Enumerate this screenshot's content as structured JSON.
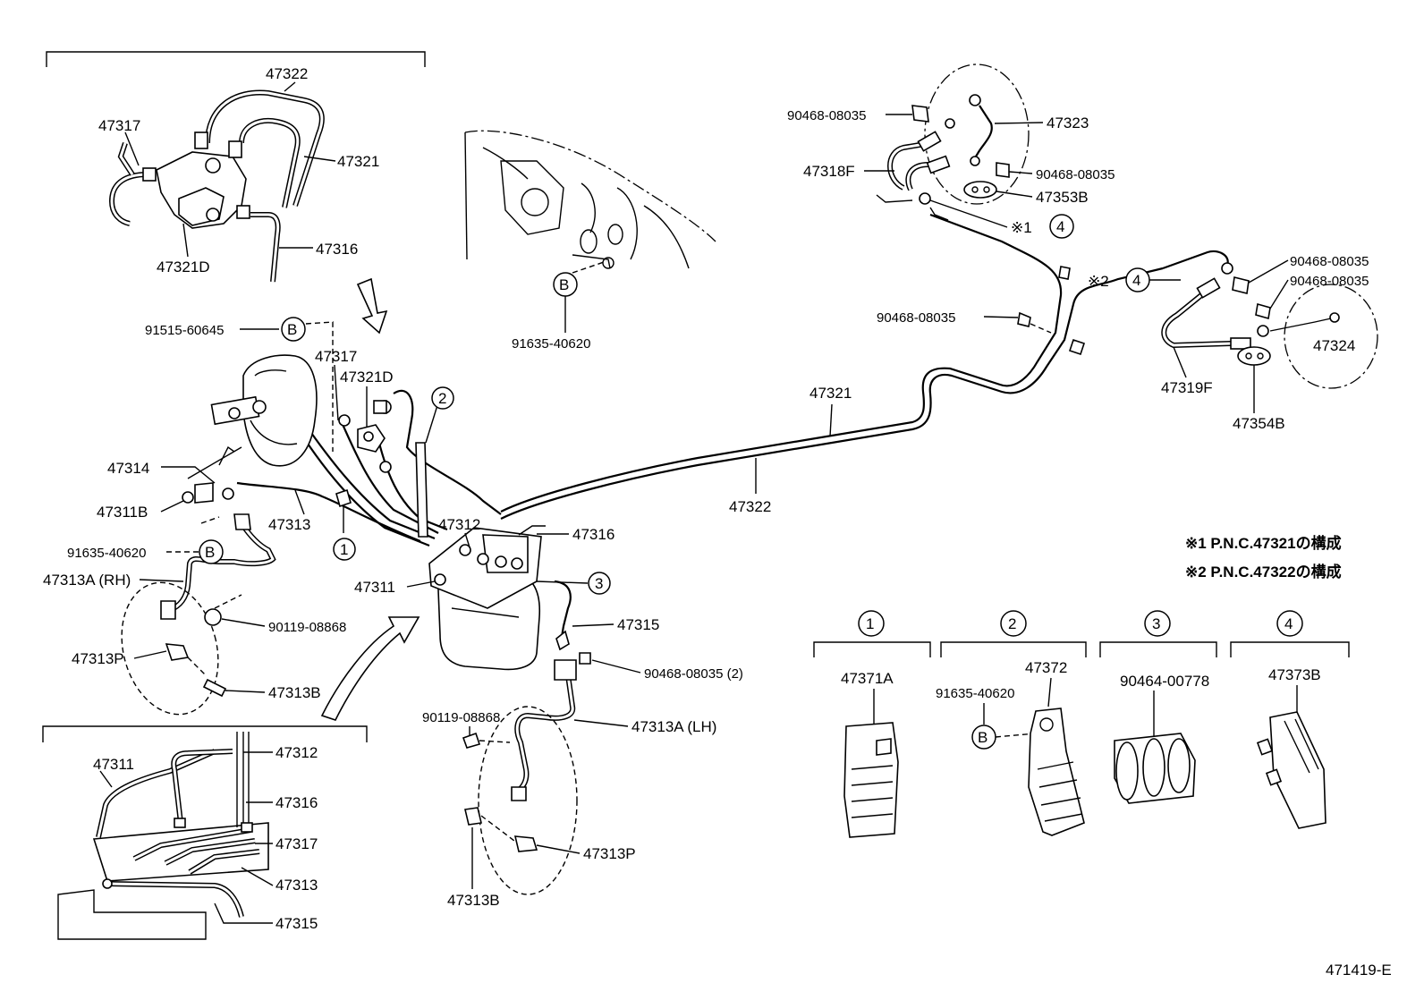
{
  "diagram": {
    "drawing_number": "471419-E",
    "notes": [
      "※1 P.N.C.47321の構成",
      "※2 P.N.C.47322の構成"
    ],
    "labels": {
      "inset_a_47322": "47322",
      "inset_a_47317": "47317",
      "inset_a_47321": "47321",
      "inset_a_47321d": "47321D",
      "inset_a_47316": "47316",
      "main_91515": "91515-60645",
      "main_47317": "47317",
      "main_47321d": "47321D",
      "main_47314": "47314",
      "main_47311b": "47311B",
      "main_47313": "47313",
      "main_91635_l": "91635-40620",
      "main_47313a_rh": "47313A (RH)",
      "main_90119_r": "90119-08868",
      "main_47313p_r": "47313P",
      "main_47313b_r": "47313B",
      "main_91635_top": "91635-40620",
      "main_47312": "47312",
      "main_47316": "47316",
      "main_47311": "47311",
      "main_47315": "47315",
      "main_90468_2": "90468-08035 (2)",
      "main_90119_l": "90119-08868",
      "main_47313a_lh": "47313A (LH)",
      "main_47313p_l": "47313P",
      "main_47313b_l": "47313B",
      "main_47321": "47321",
      "main_47322": "47322",
      "rf_90468_a": "90468-08035",
      "rf_47323": "47323",
      "rf_47318f": "47318F",
      "rf_90468_b": "90468-08035",
      "rf_47353b": "47353B",
      "rf_note1": "※1",
      "rf_note2": "※2",
      "rf_90468_c": "90468-08035",
      "rr_90468_a": "90468-08035",
      "rr_90468_b": "90468-08035",
      "rr_47324": "47324",
      "rr_47319f": "47319F",
      "rr_47354b": "47354B",
      "inset_b_47311": "47311",
      "inset_b_47312": "47312",
      "inset_b_47316": "47316",
      "inset_b_47317": "47317",
      "inset_b_47313": "47313",
      "inset_b_47315": "47315",
      "clip1_part": "47371A",
      "clip2_part": "47372",
      "clip2_bolt": "91635-40620",
      "clip3_part": "90464-00778",
      "clip4_part": "47373B"
    },
    "callouts": {
      "b_letter": "B",
      "n1": "1",
      "n2": "2",
      "n3": "3",
      "n4": "4"
    }
  }
}
